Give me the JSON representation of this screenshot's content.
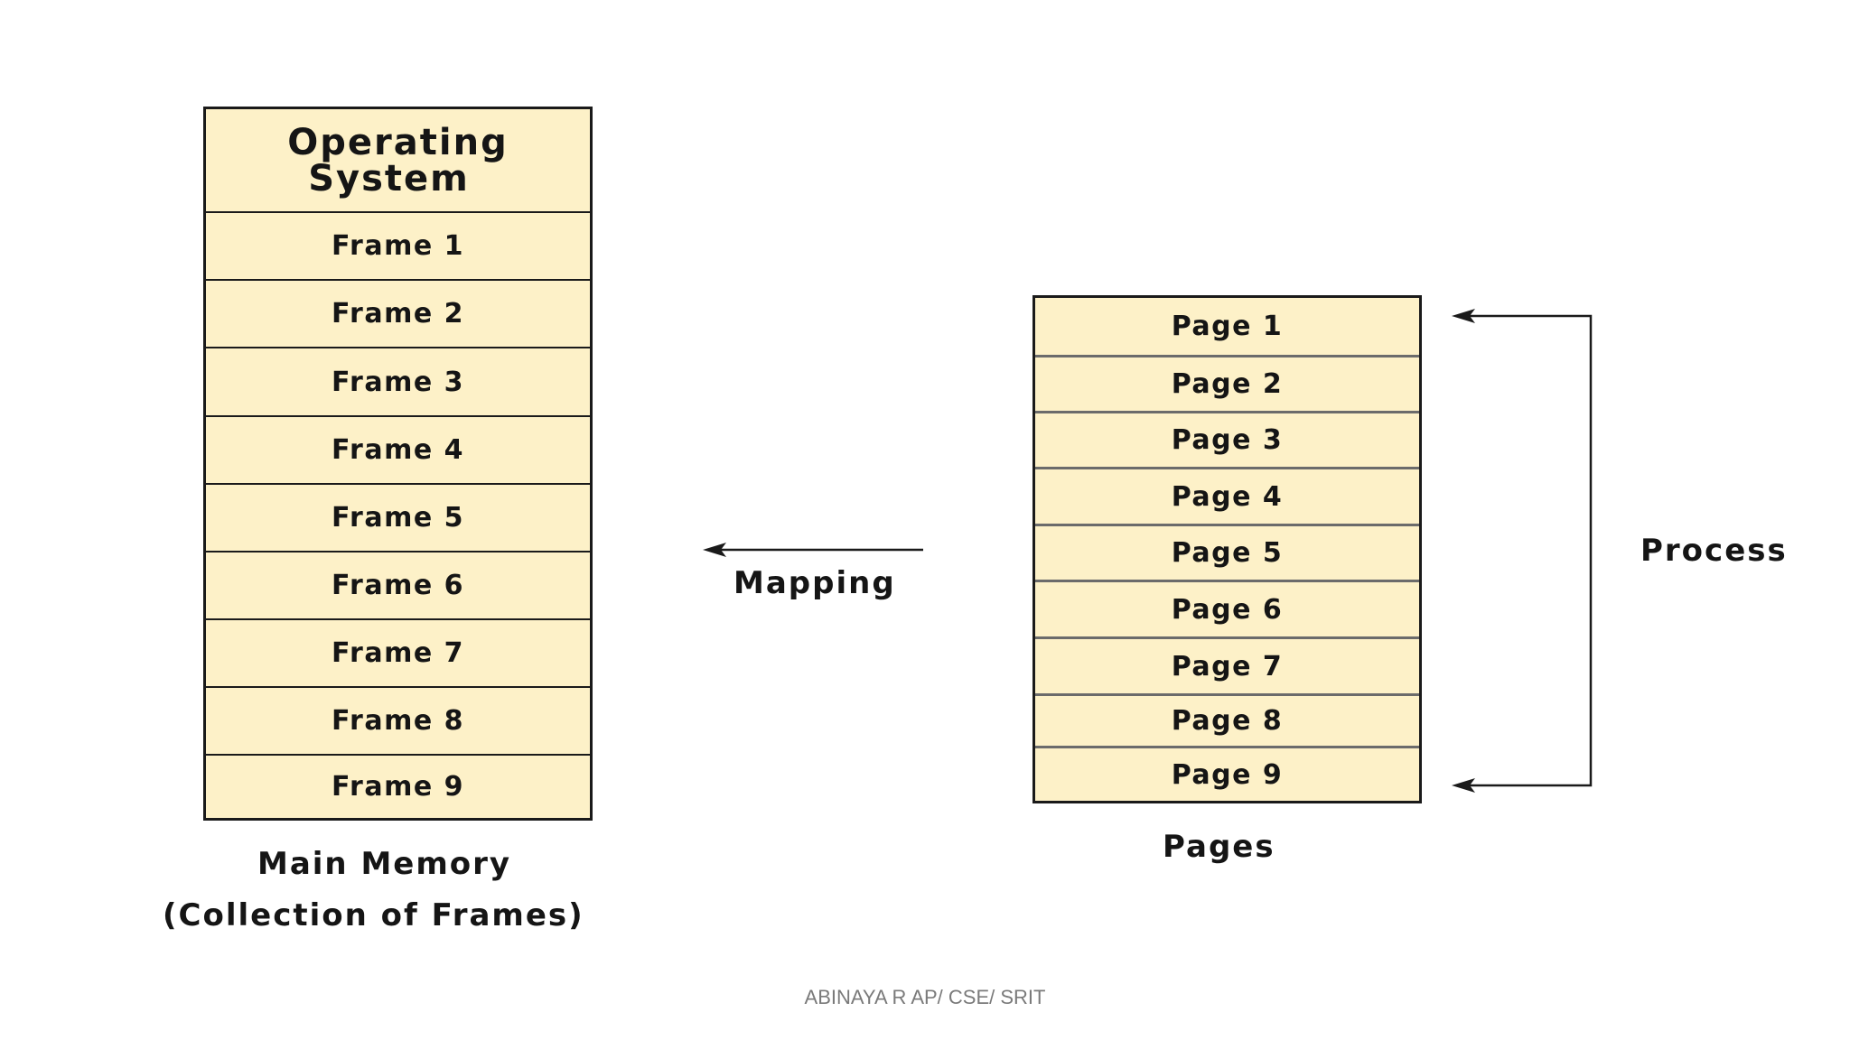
{
  "main_memory": {
    "os_line1": "Operating",
    "os_line2": "System",
    "frames": [
      "Frame 1",
      "Frame 2",
      "Frame 3",
      "Frame 4",
      "Frame 5",
      "Frame 6",
      "Frame 7",
      "Frame 8",
      "Frame 9"
    ],
    "caption_line1": "Main Memory",
    "caption_line2": "(Collection of Frames)"
  },
  "mapping_label": "Mapping",
  "pages": {
    "items": [
      "Page 1",
      "Page 2",
      "Page 3",
      "Page 4",
      "Page 5",
      "Page 6",
      "Page 7",
      "Page 8",
      "Page 9"
    ],
    "caption": "Pages"
  },
  "process_label": "Process",
  "footer": "ABINAYA R AP/ CSE/ SRIT",
  "colors": {
    "box_fill": "#fdf1c8",
    "border": "#1a1a1a",
    "footer_text": "#7a7a7a"
  }
}
